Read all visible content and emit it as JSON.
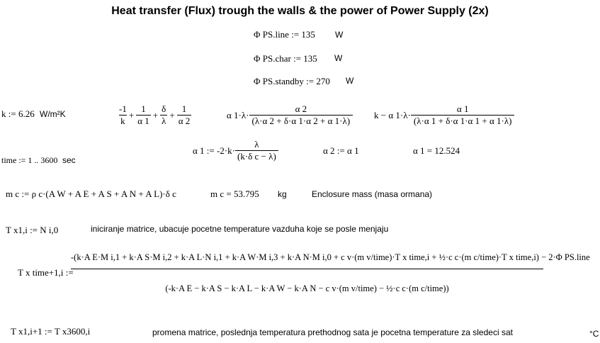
{
  "title": "Heat transfer (Flux) trough the walls & the power of Power Supply (2x)",
  "phi": [
    {
      "expr": "Φ PS.line := 135",
      "unit": "W"
    },
    {
      "expr": "Φ PS.char := 135",
      "unit": "W"
    },
    {
      "expr": "Φ PS.standby := 270",
      "unit": "W"
    }
  ],
  "k_def": "k := 6.26",
  "k_unit": "W/m²K",
  "sum_expr": {
    "t1n": "-1",
    "t1d": "k",
    "p1": "+",
    "t2n": "1",
    "t2d": "α 1",
    "p2": "+",
    "t3n": "δ",
    "t3d": "λ",
    "p3": "+",
    "t4n": "1",
    "t4d": "α 2"
  },
  "expr2": {
    "pre": "α 1·λ·",
    "num": "α 2",
    "den": "(λ·α 2 + δ·α 1·α 2 + α 1·λ)"
  },
  "expr3": {
    "pre": "k − α 1·λ·",
    "num": "α 1",
    "den": "(λ·α 1 + δ·α 1·α 1 + α 1·λ)"
  },
  "time_def": "time := 1 .. 3600",
  "time_unit": "sec",
  "alpha1_def": {
    "pre": "α 1 := -2·k·",
    "num": "λ",
    "den": "(k·δ c − λ)"
  },
  "alpha2_def": "α 2 := α 1",
  "alpha1_result": "α 1 = 12.524",
  "mc_def": "m c := ρ c·(A W + A E + A S + A N + A L)·δ c",
  "mc_result": "m c = 53.795",
  "mc_unit": "kg",
  "mc_comment": "Enclosure mass (masa ormana)",
  "t_init": "T x1,i := N i,0",
  "t_init_comment": "iniciranje matrice, ubacuje pocetne temperature vazduha koje se posle menjaju",
  "t_update": {
    "lhs": "T x time+1,i :=",
    "num": "-(k·A E·M i,1 + k·A S·M i,2 + k·A L·N i,1 + k·A W·M i,3 + k·A N·M i,0 + c v·(m v/time)·T x time,i + ½·c c·(m c/time)·T x time,i) − 2·Φ PS.line",
    "den": "(-k·A E − k·A S − k·A L − k·A W − k·A N − c v·(m v/time) − ½·c c·(m c/time))"
  },
  "t_shift": "T x1,i+1 := T x3600,i",
  "t_shift_comment": "promena matrice, poslednja temperatura prethodnog sata je pocetna temperature za sledeci sat",
  "unit_celsius": "°C"
}
